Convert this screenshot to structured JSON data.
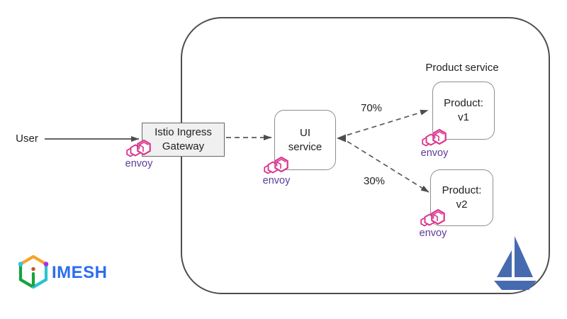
{
  "diagram": {
    "user_label": "User",
    "ingress_gateway_label": "Istio Ingress\nGateway",
    "ui_service_label": "UI\nservice",
    "product_service_label": "Product service",
    "product_v1_label": "Product:\nv1",
    "product_v2_label": "Product:\nv2",
    "traffic_split_v1": "70%",
    "traffic_split_v2": "30%",
    "envoy_label": "envoy"
  },
  "branding": {
    "imesh_wordmark": "IMESH"
  },
  "colors": {
    "envoy_magenta": "#D9378F",
    "envoy_purple": "#5B3C97",
    "istio_blue": "#466BB0",
    "imesh_blue": "#2D6BF2",
    "boundary_gray": "#4D4D4D",
    "gateway_fill": "#F0F0F0"
  }
}
